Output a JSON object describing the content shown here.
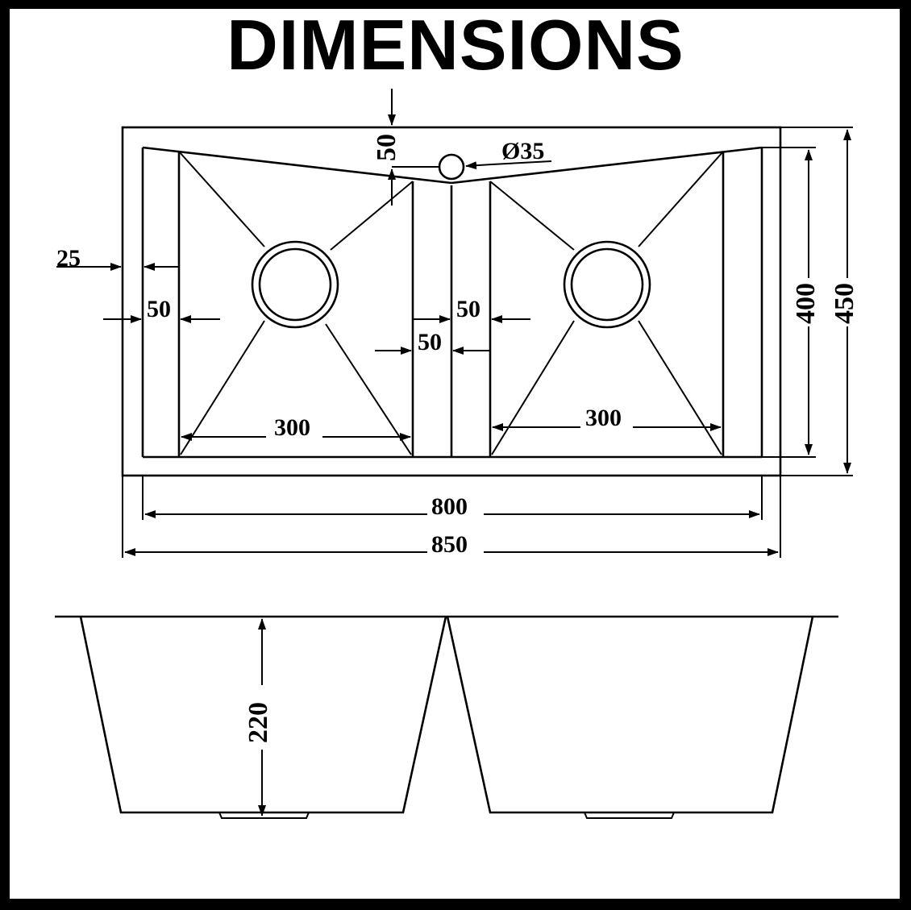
{
  "title": "DIMENSIONS",
  "labels": {
    "depth_top": "50",
    "hole_diameter": "Ø35",
    "rim_25": "25",
    "left_wall": "50",
    "divider_right": "50",
    "divider_left": "50",
    "left_bowl_width": "300",
    "right_bowl_width": "300",
    "inner_depth": "400",
    "outer_depth": "450",
    "inner_length": "800",
    "outer_length": "850",
    "bowl_height": "220"
  }
}
